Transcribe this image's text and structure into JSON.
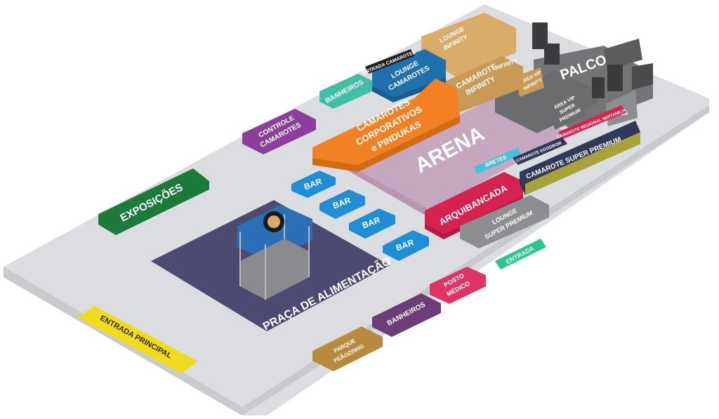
{
  "map": {
    "areas": {
      "palco": "PALCO",
      "arena": "ARENA",
      "arquibancada": "ARQUIBANCADA",
      "camarotes_corporativos": [
        "CAMAROTES",
        "CORPORATIVOS",
        "e PINDUKAS"
      ],
      "camarote_infinity": [
        "CAMAROTE",
        "INFINITY"
      ],
      "lounge_infinity": [
        "LOUNGE",
        "INFINITY"
      ],
      "lounge_camarotes": [
        "LOUNGE",
        "CAMAROTES"
      ],
      "entrada_camarotes": "ENTRADA CAMAROTES",
      "banheiros_top": "BANHEIROS",
      "controle_camarotes": [
        "CONTROLE",
        "CAMAROTES"
      ],
      "exposicoes": "EXPOSIÇÕES",
      "bars": [
        "BAR",
        "BAR",
        "BAR",
        "BAR"
      ],
      "praca": "PRAÇA DE ALIMENTAÇÃO",
      "bretes": "BRETES",
      "camarote_goodbom": "CAMAROTE GOODBOM",
      "camarote_regional": "CAMAROTE REGIONAL SERTANEJA",
      "camarote_super_premium": "CAMAROTE SUPER PREMIUM",
      "area_vip_super_premium": [
        "ÁREA VIP",
        "SUPER",
        "PREMIUM"
      ],
      "area_vip_infinity": [
        "ÁREA VIP",
        "INFINITY"
      ],
      "lounge_super_premium": [
        "LOUNGE",
        "SUPER PREMIUM"
      ],
      "entrada": "ENTRADA",
      "posto_medico": [
        "POSTO",
        "MÉDICO"
      ],
      "banheiros_bottom": "BANHEIROS",
      "parque_peaozinho": [
        "PARQUE",
        "PEÃOZINHO"
      ],
      "entrada_principal": "ENTRADA PRINCIPAL",
      "infinity_logo": "INFINITY",
      "super_logo": "SUPER"
    },
    "colors": {
      "ground": "#dcdde0",
      "arena": "#c5a7c0",
      "orange": "#f38022",
      "tan": "#d9ac6a",
      "tan_dark": "#c89a56",
      "blue_dark": "#1f70ae",
      "teal": "#3fbfa6",
      "purple": "#8b3f98",
      "green_dark": "#1c7a3b",
      "bar_blue": "#1e8fd6",
      "praca": "#4d4a72",
      "crimson": "#d7224f",
      "gray": "#8d8e90",
      "navy": "#31385a",
      "olive": "#a6a33a",
      "mint": "#2bc68e",
      "pink": "#df3366",
      "plum": "#6c3e77",
      "brown": "#b98a3d",
      "yellow": "#f1dc1c",
      "stage": "#727476",
      "cyan": "#46c1d6"
    }
  }
}
